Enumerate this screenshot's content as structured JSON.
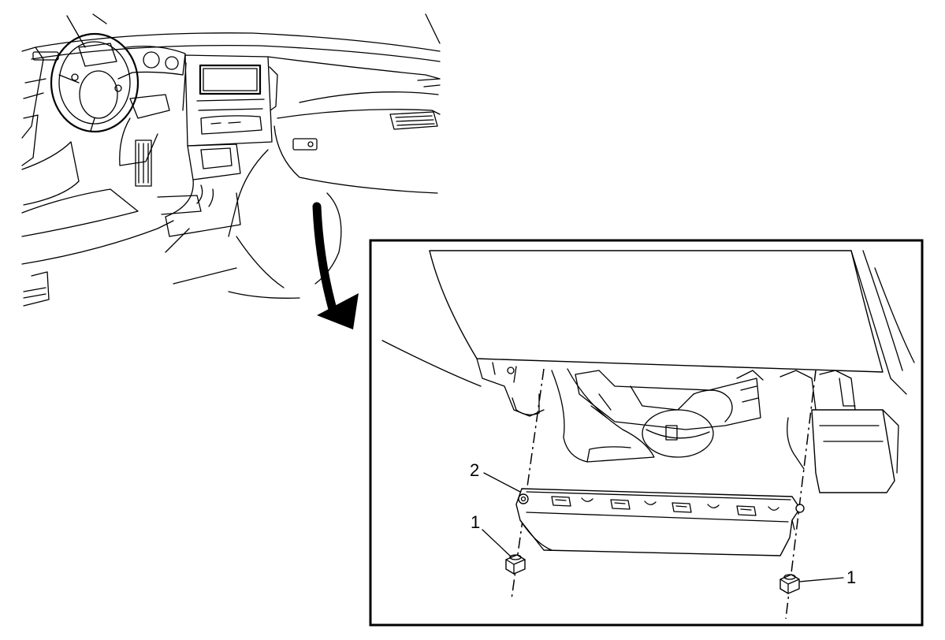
{
  "callouts": {
    "left_nut": "1",
    "right_nut": "1",
    "panel": "2"
  },
  "colors": {
    "line": "#000000",
    "background": "#ffffff"
  }
}
